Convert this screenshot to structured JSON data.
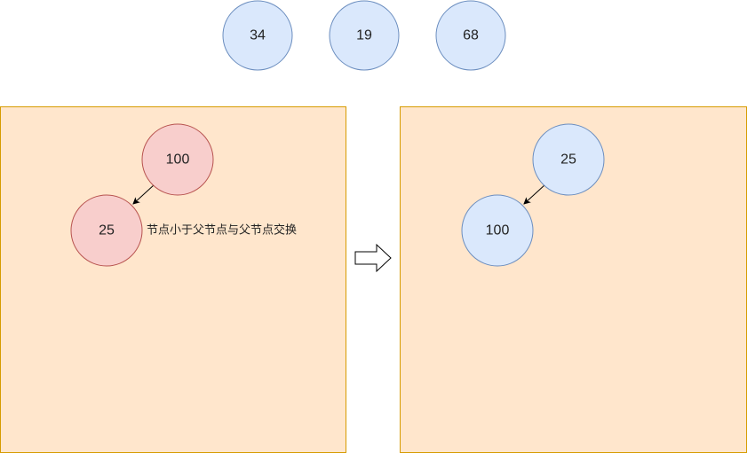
{
  "top_nodes": [
    "34",
    "19",
    "68"
  ],
  "left_panel": {
    "parent": "100",
    "child": "25",
    "note": "节点小于父节点与父节点交换"
  },
  "right_panel": {
    "parent": "25",
    "child": "100"
  },
  "colors": {
    "blue_fill": "#dae8fc",
    "blue_stroke": "#6c8ebf",
    "red_fill": "#f8cecc",
    "red_stroke": "#b85450",
    "panel_fill": "#ffe6cc",
    "panel_stroke": "#d79b00"
  }
}
